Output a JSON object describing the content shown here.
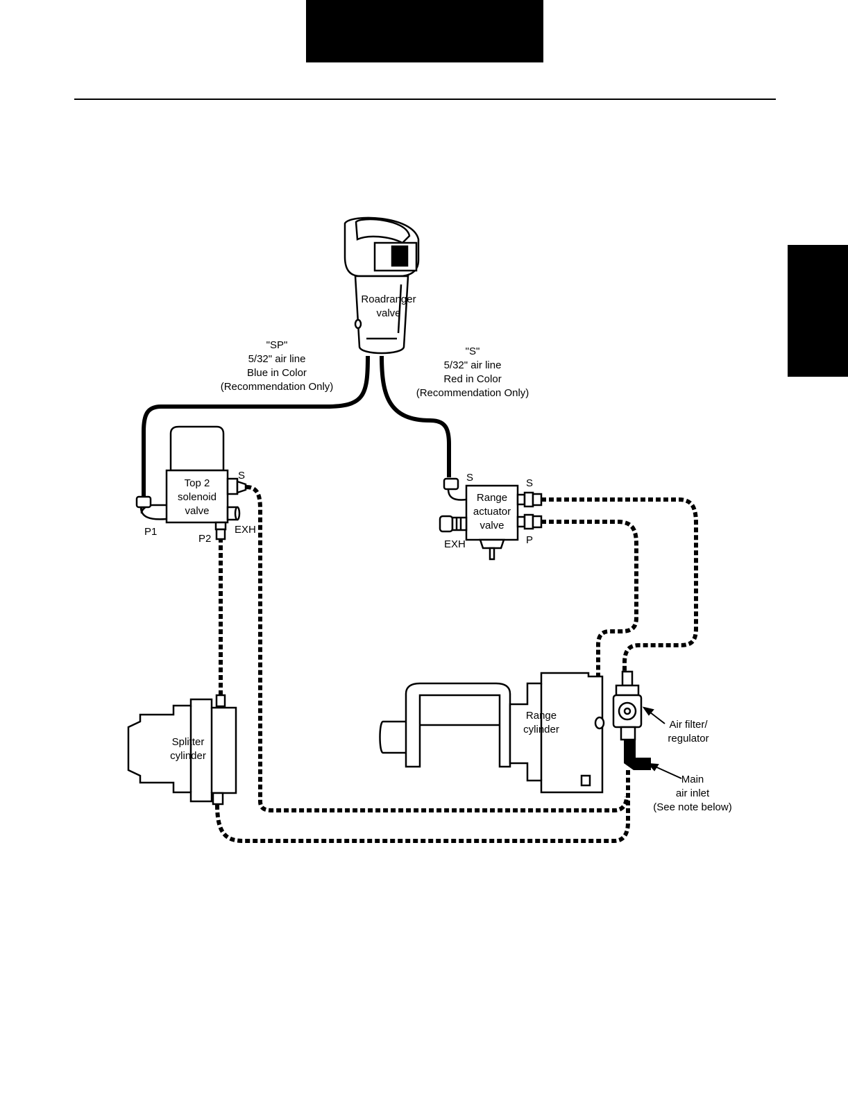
{
  "components": {
    "roadranger_valve": [
      "Roadranger",
      "valve"
    ],
    "top2_solenoid_valve": [
      "Top 2",
      "solenoid",
      "valve"
    ],
    "range_actuator_valve": [
      "Range",
      "actuator",
      "valve"
    ],
    "splitter_cylinder": [
      "Splitter",
      "cylinder"
    ],
    "range_cylinder": [
      "Range",
      "cylinder"
    ],
    "air_filter_regulator": [
      "Air filter/",
      "regulator"
    ],
    "main_air_inlet": [
      "Main",
      "air inlet",
      "(See note below)"
    ]
  },
  "air_lines": {
    "sp_line": [
      "\"SP\"",
      "5/32\" air line",
      "Blue in Color",
      "(Recommendation Only)"
    ],
    "s_line": [
      "\"S\"",
      "5/32\" air line",
      "Red in Color",
      "(Recommendation Only)"
    ]
  },
  "ports": {
    "solenoid_s": "S",
    "solenoid_p1": "P1",
    "solenoid_p2": "P2",
    "solenoid_exh": "EXH",
    "actuator_s_in": "S",
    "actuator_s_out": "S",
    "actuator_p": "P",
    "actuator_exh": "EXH"
  },
  "colors": {
    "ink": "#000000",
    "paper": "#ffffff"
  }
}
